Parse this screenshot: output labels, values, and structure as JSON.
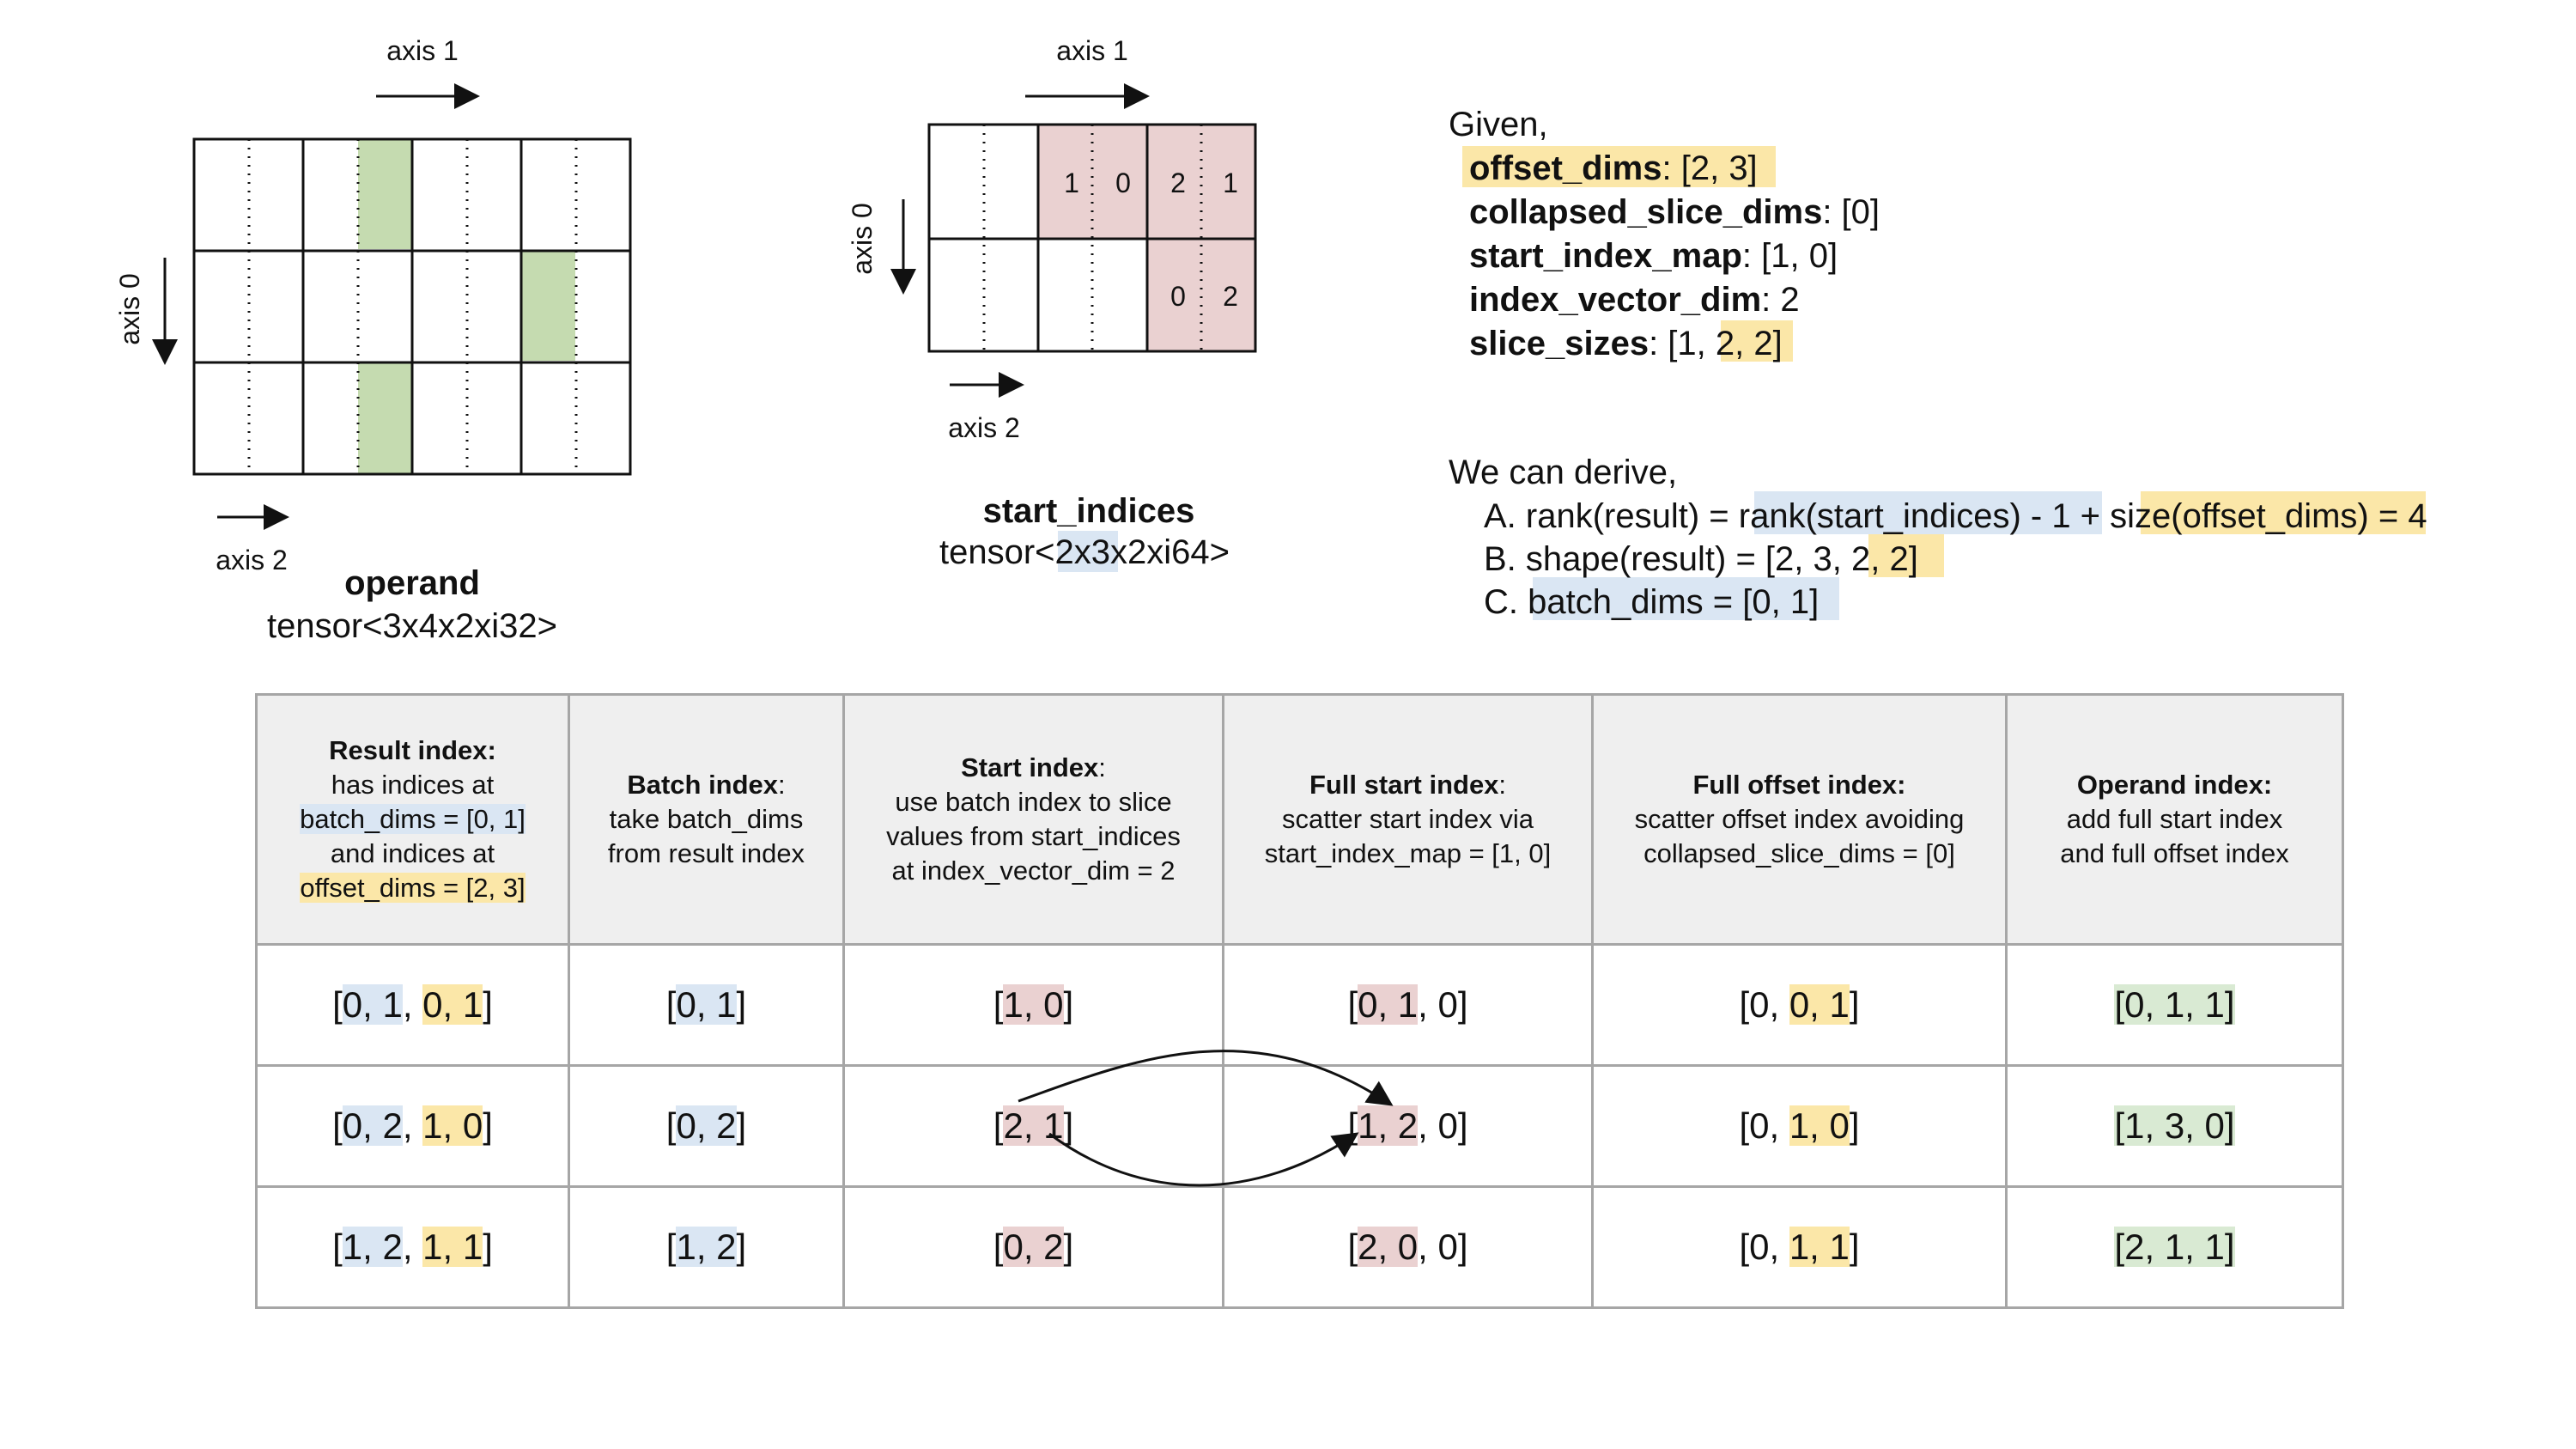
{
  "operand": {
    "name": "operand",
    "type": "tensor<3x4x2xi32>",
    "axis0": "axis 0",
    "axis1": "axis 1",
    "axis2": "axis 2",
    "highlight_color": "#c5dbb0"
  },
  "start_indices": {
    "name": "start_indices",
    "type_prefix": "tensor<",
    "type_hl": "2x3",
    "type_suffix": "x2xi64>",
    "axis0": "axis 0",
    "axis1": "axis 1",
    "axis2": "axis 2",
    "cells": [
      "1",
      "0",
      "2",
      "1",
      "0",
      "2"
    ],
    "highlight_color": "#ead1d1"
  },
  "given": {
    "title": "Given,",
    "offset_dims_k": "offset_dims",
    "offset_dims_v": ": [2, 3]",
    "collapsed_k": "collapsed_slice_dims",
    "collapsed_v": ": [0]",
    "sim_k": "start_index_map",
    "sim_v": ": [1, 0]",
    "ivd_k": "index_vector_dim",
    "ivd_v": ": 2",
    "ss_k": "slice_sizes",
    "ss_v1": ": [1, ",
    "ss_hl": "2, 2",
    "ss_v2": "]"
  },
  "derive": {
    "title": "We can derive,",
    "a_pre": "A. rank(result) = ",
    "a_hl1": "rank(start_indices) - 1",
    "a_mid": " + ",
    "a_hl2": "size(offset_dims)",
    "a_post": " = 4",
    "b_pre": "B. shape(result) = [2, 3, ",
    "b_hl": "2, 2",
    "b_post": "]",
    "c_pre": "C. ",
    "c_hl": "batch_dims = [0, 1]"
  },
  "table": {
    "h1_title": "Result index:",
    "h1_l1": "has indices at",
    "h1_l2": "batch_dims = [0, 1]",
    "h1_l3": "and indices at",
    "h1_l4": "offset_dims = [2, 3]",
    "h2_title": "Batch index",
    "h2_colon": ":",
    "h2_l1": "take batch_dims",
    "h2_l2": "from result index",
    "h3_title": "Start index",
    "h3_colon": ":",
    "h3_l1": "use batch index to slice",
    "h3_l2": "values from start_indices",
    "h3_l3": "at index_vector_dim = 2",
    "h4_title": "Full start index",
    "h4_colon": ":",
    "h4_l1": "scatter start index via",
    "h4_l2": "start_index_map = [1, 0]",
    "h5_title": "Full offset index:",
    "h5_l1": "scatter offset index avoiding",
    "h5_l2": "collapsed_slice_dims = [0]",
    "h6_title": "Operand index:",
    "h6_l1": "add full start index",
    "h6_l2": "and full offset index",
    "rows": [
      {
        "result": {
          "b": "0, 1",
          "o": "0, 1"
        },
        "batch": "0, 1",
        "start": "1, 0",
        "full_start": "0, 1",
        "full_start_rest": ", 0",
        "full_offset_pre": "[0, ",
        "full_offset": "0, 1",
        "operand": "[0, 1, 1]"
      },
      {
        "result": {
          "b": "0, 2",
          "o": "1, 0"
        },
        "batch": "0, 2",
        "start": "2, 1",
        "full_start": "1, 2",
        "full_start_rest": ", 0",
        "full_offset_pre": "[0, ",
        "full_offset": "1, 0",
        "operand": "[1, 3, 0]"
      },
      {
        "result": {
          "b": "1, 2",
          "o": "1, 1"
        },
        "batch": "1, 2",
        "start": "0, 2",
        "full_start": "2, 0",
        "full_start_rest": ", 0",
        "full_offset_pre": "[0, ",
        "full_offset": "1, 1",
        "operand": "[2, 1, 1]"
      }
    ]
  },
  "colors": {
    "blue": "#dae6f3",
    "yellow": "#fbe7a8",
    "red": "#ead1d1",
    "green": "#d9ead3",
    "header_bg": "#efefef",
    "border": "#a6a6a6"
  }
}
